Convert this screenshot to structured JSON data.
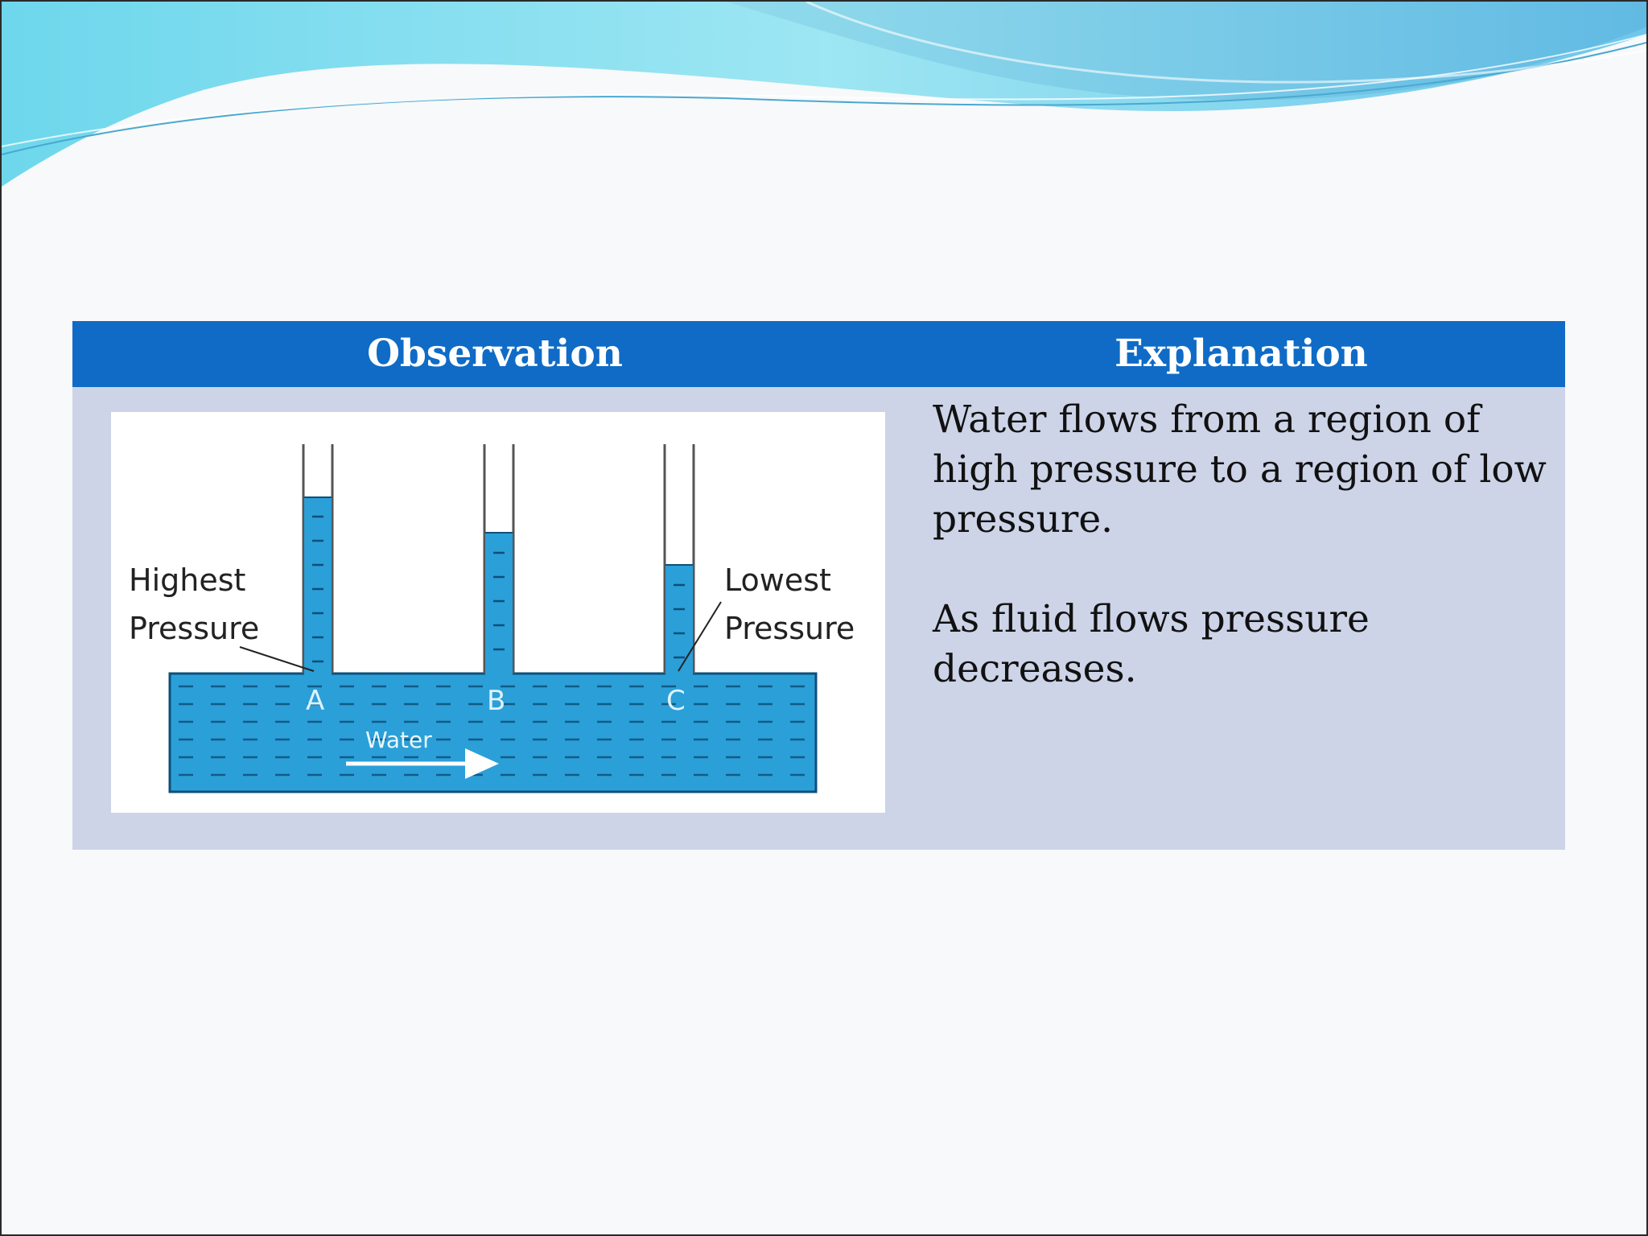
{
  "table": {
    "headers": {
      "observation": "Observation",
      "explanation": "Explanation"
    },
    "explanation_lines": [
      "Water flows from a region of high pressure to a region of low pressure.",
      "As fluid flows pressure decreases."
    ]
  },
  "diagram": {
    "label_highest_line1": "Highest",
    "label_highest_line2": "Pressure",
    "label_lowest_line1": "Lowest",
    "label_lowest_line2": "Pressure",
    "tube_a": "A",
    "tube_b": "B",
    "tube_c": "C",
    "flow_label": "Water",
    "water_levels": {
      "A": 0.76,
      "B": 0.64,
      "C": 0.49
    }
  },
  "colors": {
    "banner": "#7fd3ec",
    "header_bg": "#0f6bc6",
    "body_bg": "#cdd4e8",
    "water": "#2b9fd8"
  }
}
